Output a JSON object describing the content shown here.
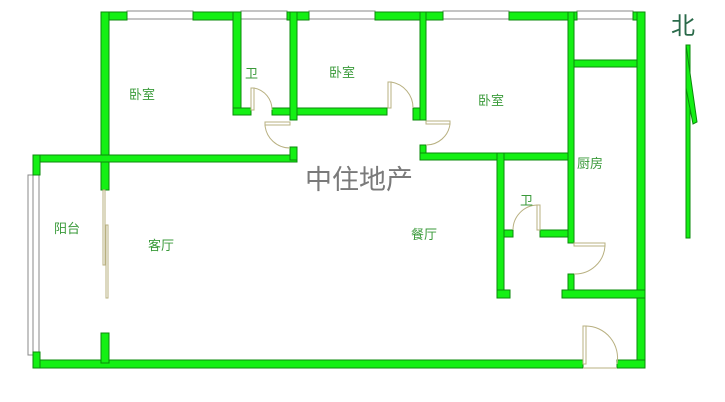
{
  "watermark": "中住地产",
  "compass": {
    "label": "北",
    "icon": "north-arrow-icon"
  },
  "rooms": [
    {
      "id": "bedroom-1",
      "label": "卧室"
    },
    {
      "id": "bathroom-1",
      "label": "卫"
    },
    {
      "id": "bedroom-2",
      "label": "卧室"
    },
    {
      "id": "bedroom-3",
      "label": "卧室"
    },
    {
      "id": "kitchen",
      "label": "厨房"
    },
    {
      "id": "bathroom-2",
      "label": "卫"
    },
    {
      "id": "balcony",
      "label": "阳台"
    },
    {
      "id": "living-room",
      "label": "客厅"
    },
    {
      "id": "dining-room",
      "label": "餐厅"
    }
  ],
  "colors": {
    "wall": "#14f014",
    "label": "#3a9a3a",
    "watermark": "#7a7a7a"
  }
}
